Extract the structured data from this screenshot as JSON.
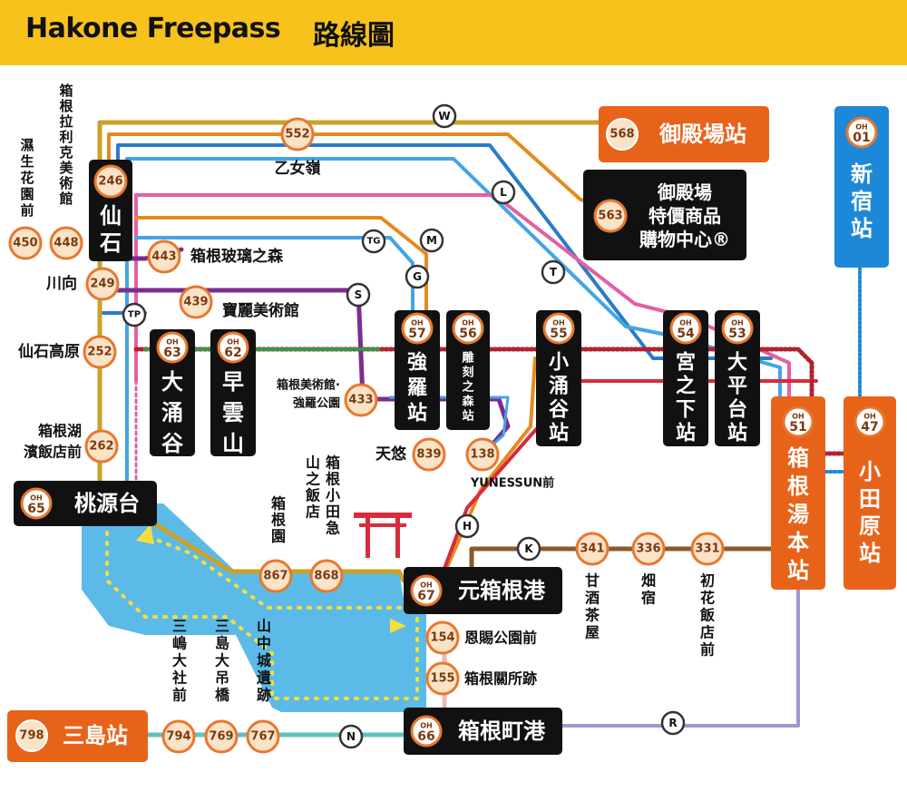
{
  "header": {
    "brand": "Hakone Freepass",
    "subtitle": "路線圖"
  },
  "colors": {
    "header_bg": "#f8c21d",
    "ropeway_blue": "#4fa8e0",
    "lake": "#4ab3e6",
    "bus_gold": "#c9a227",
    "bus_orange": "#e58a1f",
    "bus_blue": "#2a7cc7",
    "bus_lightblue": "#42a5e6",
    "bus_pink": "#e45fa5",
    "bus_red": "#d92b3a",
    "bus_purple": "#7b2d8e",
    "bus_brown": "#8a5a2b",
    "bus_teal": "#5ec3c0",
    "rail_red": "#b5212f",
    "odakyu_blue": "#1e88d8",
    "stop_fill": "#fbe3c7",
    "stop_ring": "#e8772e",
    "station_black": "#111111",
    "station_orange": "#e8631a"
  },
  "stations": {
    "gotemba": {
      "code": "568",
      "name": "御殿場站"
    },
    "outlet": {
      "code": "563",
      "name_lines": [
        "御殿場",
        "特價商品",
        "購物中心®"
      ]
    },
    "shinjuku": {
      "line": "OH",
      "num": "01",
      "name_lines": [
        "新",
        "宿",
        "站"
      ]
    },
    "sengoku": {
      "code": "246",
      "name_lines": [
        "仙",
        "石"
      ]
    },
    "togendai": {
      "line": "OH",
      "num": "65",
      "name": "桃源台"
    },
    "motohakone": {
      "line": "OH",
      "num": "67",
      "name": "元箱根港"
    },
    "hakonemachi": {
      "line": "OH",
      "num": "66",
      "name": "箱根町港"
    },
    "mishima": {
      "code": "798",
      "name": "三島站"
    },
    "odawara": {
      "line": "OH",
      "num": "47",
      "name_lines": [
        "小",
        "田",
        "原",
        "站"
      ]
    },
    "yumoto": {
      "line": "OH",
      "num": "51",
      "name_lines": [
        "箱",
        "根",
        "湯",
        "本",
        "站"
      ]
    },
    "owakudani": {
      "line": "OH",
      "num": "63",
      "name_lines": [
        "大",
        "涌",
        "谷"
      ]
    },
    "sounzan": {
      "line": "OH",
      "num": "62",
      "name_lines": [
        "早",
        "雲",
        "山"
      ]
    },
    "gora": {
      "line": "OH",
      "num": "57",
      "name_lines": [
        "強",
        "羅",
        "站"
      ]
    },
    "chokoku": {
      "line": "OH",
      "num": "56",
      "name_lines": [
        "雕",
        "刻",
        "之",
        "森",
        "站"
      ]
    },
    "kowakidani": {
      "line": "OH",
      "num": "55",
      "name_lines": [
        "小",
        "涌",
        "谷",
        "站"
      ]
    },
    "miyanoshita": {
      "line": "OH",
      "num": "54",
      "name_lines": [
        "宮",
        "之",
        "下",
        "站"
      ]
    },
    "ohiradai": {
      "line": "OH",
      "num": "53",
      "name_lines": [
        "大",
        "平",
        "台",
        "站"
      ]
    }
  },
  "stops": {
    "s552": {
      "code": "552",
      "name": "乙女嶺"
    },
    "s450": {
      "code": "450",
      "name_lines": [
        "濕",
        "生",
        "花",
        "園",
        "前"
      ]
    },
    "s448": {
      "code": "448",
      "name_lines": [
        "箱",
        "根",
        "拉",
        "利",
        "克",
        "美",
        "術",
        "館"
      ]
    },
    "s443": {
      "code": "443",
      "name": "箱根玻璃之森"
    },
    "s249": {
      "code": "249",
      "name": "川向"
    },
    "s439": {
      "code": "439",
      "name": "寶麗美術館"
    },
    "s252": {
      "code": "252",
      "name": "仙石高原"
    },
    "s433": {
      "code": "433",
      "name_lines": [
        "箱根美術館·",
        "強羅公園"
      ]
    },
    "s262": {
      "code": "262",
      "name_lines": [
        "箱根湖",
        "濱飯店前"
      ]
    },
    "s839": {
      "code": "839",
      "name": "天悠"
    },
    "s138": {
      "code": "138",
      "name": "YUNESSUN前"
    },
    "s867": {
      "code": "867",
      "name_lines": [
        "箱",
        "根",
        "園"
      ]
    },
    "s868": {
      "code": "868",
      "name_lines": [
        "箱",
        "根",
        "小",
        "田",
        "急"
      ],
      "name2_lines": [
        "山",
        "之",
        "飯",
        "店"
      ]
    },
    "s341": {
      "code": "341",
      "name_lines": [
        "甘",
        "酒",
        "茶",
        "屋"
      ]
    },
    "s336": {
      "code": "336",
      "name_lines": [
        "畑",
        "宿"
      ]
    },
    "s331": {
      "code": "331",
      "name_lines": [
        "初",
        "花",
        "飯",
        "店",
        "前"
      ]
    },
    "s154": {
      "code": "154",
      "name": "恩賜公園前"
    },
    "s155": {
      "code": "155",
      "name": "箱根關所跡"
    },
    "s794": {
      "code": "794",
      "name_lines": [
        "三",
        "嶋",
        "大",
        "社",
        "前"
      ]
    },
    "s769": {
      "code": "769",
      "name_lines": [
        "三",
        "島",
        "大",
        "吊",
        "橋"
      ]
    },
    "s767": {
      "code": "767",
      "name_lines": [
        "山",
        "中",
        "城",
        "遺",
        "跡"
      ]
    }
  },
  "route_letters": [
    "W",
    "L",
    "TG",
    "M",
    "G",
    "T",
    "S",
    "TP",
    "H",
    "K",
    "R",
    "N"
  ]
}
